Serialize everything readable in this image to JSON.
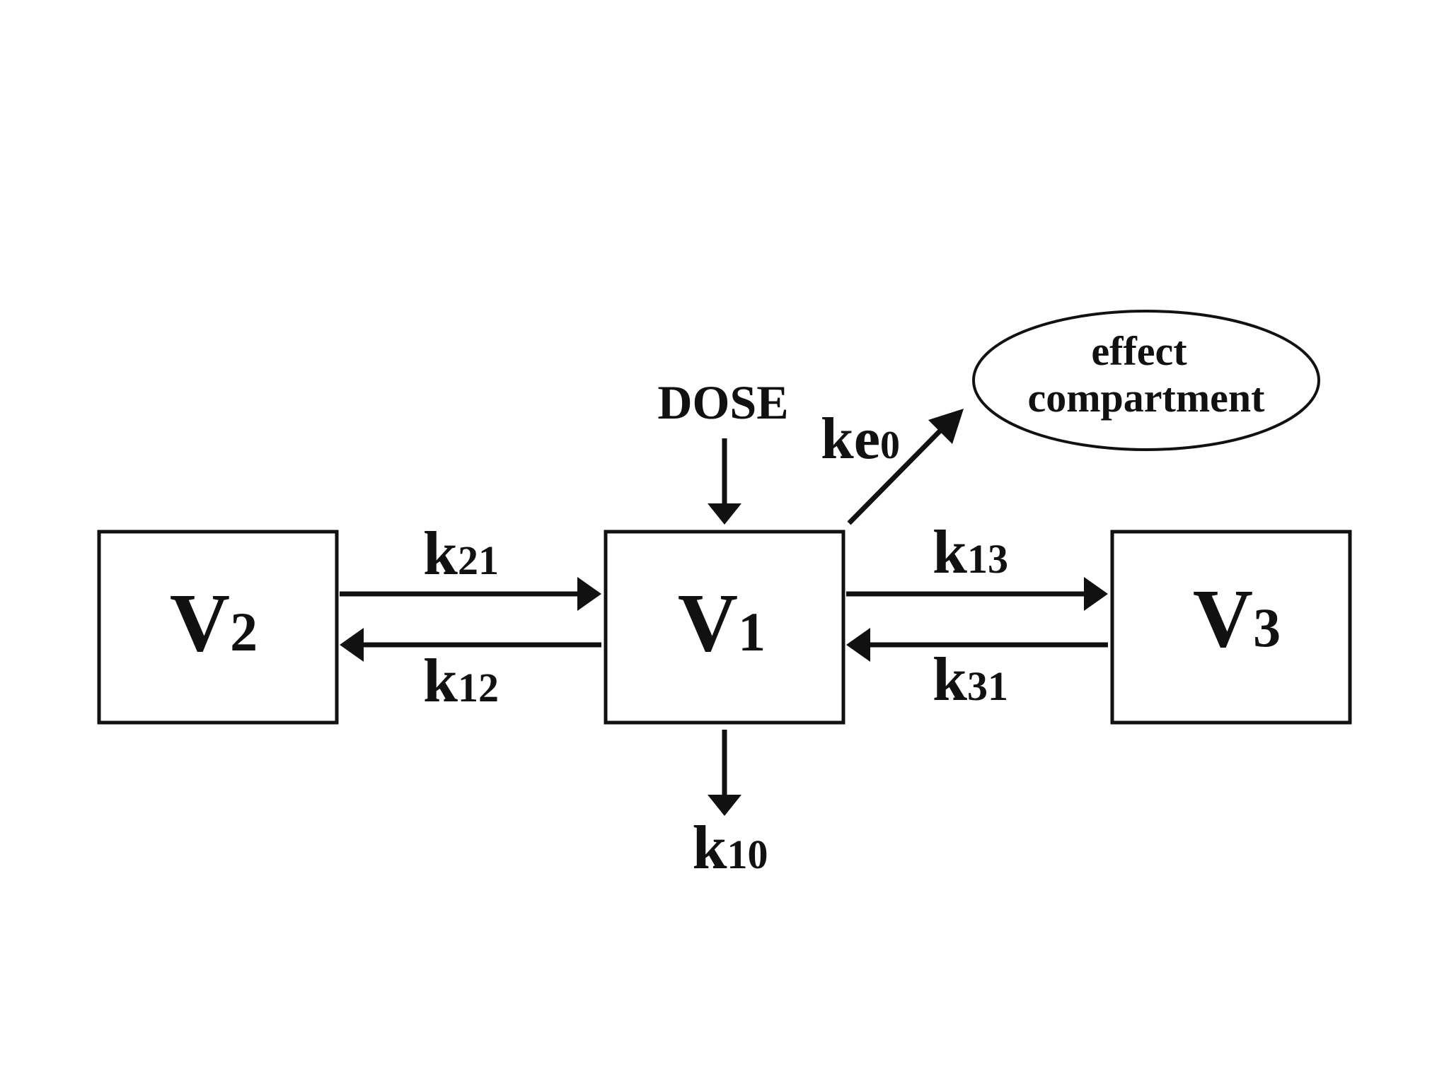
{
  "compartments": {
    "v2": {
      "main": "V",
      "sub": "2"
    },
    "v1": {
      "main": "V",
      "sub": "1"
    },
    "v3": {
      "main": "V",
      "sub": "3"
    }
  },
  "effect": {
    "line1": "effect",
    "line2": "compartment"
  },
  "labels": {
    "dose": "DOSE",
    "k21": {
      "main": "k",
      "sub": "21"
    },
    "k12": {
      "main": "k",
      "sub": "12"
    },
    "k13": {
      "main": "k",
      "sub": "13"
    },
    "k31": {
      "main": "k",
      "sub": "31"
    },
    "k10": {
      "main": "k",
      "sub": "10"
    },
    "ke0": {
      "main": "ke",
      "sub": "0"
    }
  },
  "colors": {
    "ink": "#111111",
    "background": "#ffffff"
  }
}
